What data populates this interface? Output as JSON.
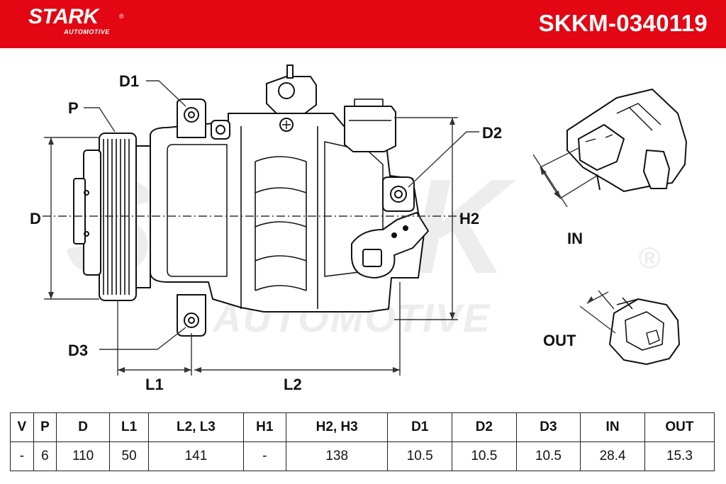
{
  "brand": {
    "name": "STARK",
    "sub": "AUTOMOTIVE",
    "registered": "®",
    "brand_color": "#e30613"
  },
  "part_number": "SKKM-0340119",
  "watermark": {
    "main": "STARK",
    "sub": "AUTOMOTIVE",
    "registered": "®"
  },
  "diagram_labels": {
    "d1": "D1",
    "p": "P",
    "d": "D",
    "d3": "D3",
    "l1": "L1",
    "l2": "L2",
    "d2": "D2",
    "h2": "H2",
    "in": "IN",
    "out": "OUT"
  },
  "specs": {
    "headers": [
      "V",
      "P",
      "D",
      "L1",
      "L2, L3",
      "H1",
      "H2, H3",
      "D1",
      "D2",
      "D3",
      "IN",
      "OUT"
    ],
    "values": [
      "-",
      "6",
      "110",
      "50",
      "141",
      "-",
      "138",
      "10.5",
      "10.5",
      "10.5",
      "28.4",
      "15.3"
    ]
  }
}
